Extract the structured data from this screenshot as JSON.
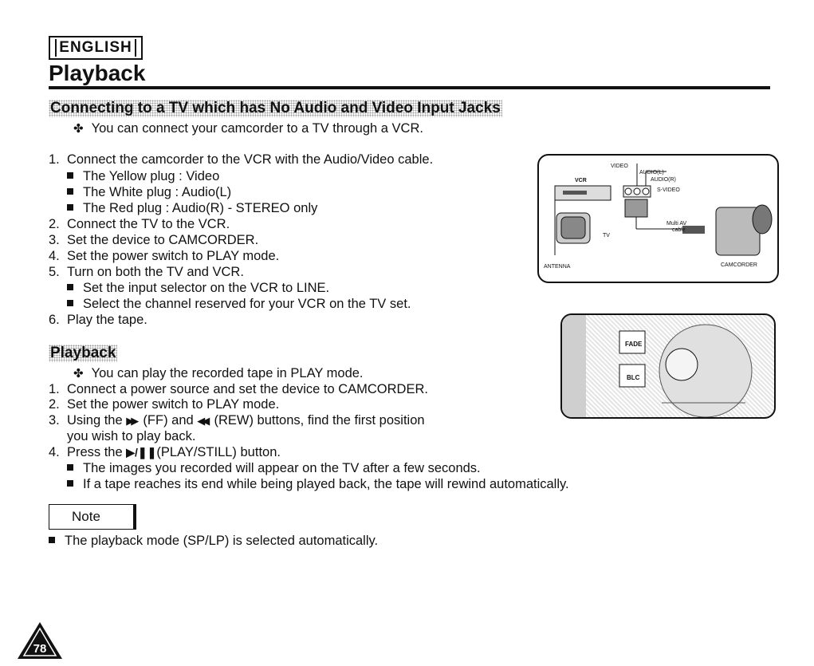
{
  "header": {
    "language": "ENGLISH",
    "title": "Playback"
  },
  "section1": {
    "heading": "Connecting to a TV which has No Audio and Video Input Jacks",
    "intro": "You can connect your camcorder to a TV through a VCR.",
    "steps": [
      {
        "n": "1.",
        "text": "Connect the camcorder to the VCR with the Audio/Video cable."
      },
      {
        "bullet": "The Yellow plug : Video"
      },
      {
        "bullet": "The White plug : Audio(L)"
      },
      {
        "bullet": "The Red plug : Audio(R) - STEREO only"
      },
      {
        "n": "2.",
        "text": "Connect the TV to the VCR."
      },
      {
        "n": "3.",
        "text": "Set the device to CAMCORDER."
      },
      {
        "n": "4.",
        "text": "Set the power switch to PLAY mode."
      },
      {
        "n": "5.",
        "text": "Turn on both the TV and VCR."
      },
      {
        "bullet": "Set the input selector on the VCR to LINE."
      },
      {
        "bullet": "Select the channel reserved for your VCR on the TV set."
      },
      {
        "n": "6.",
        "text": "Play the tape."
      }
    ]
  },
  "section2": {
    "heading": "Playback",
    "intro": "You can play the recorded tape in PLAY mode.",
    "step1": "Connect a power source and set the device to CAMCORDER.",
    "step2": "Set the power switch to PLAY mode.",
    "step3a_pre": "Using the",
    "step3a_ff": "(FF) and",
    "step3a_rew": "(REW) buttons, find the first position",
    "step3b": "you wish to play back.",
    "step4_pre": "Press the",
    "step4_post": "(PLAY/STILL) button.",
    "bullet1": "The images you recorded will appear on the TV after a few seconds.",
    "bullet2": "If a tape reaches its end while being played back, the tape will rewind automatically.",
    "nums": [
      "1.",
      "2.",
      "3.",
      "4."
    ]
  },
  "note": {
    "label": "Note",
    "text": "The playback mode (SP/LP) is selected automatically."
  },
  "page_number": "78",
  "diagram_labels": {
    "video": "VIDEO",
    "audio_l": "AUDIO(L)",
    "audio_r": "AUDIO(R)",
    "svideo": "S-VIDEO",
    "vcr": "VCR",
    "tv": "TV",
    "multi_av": "Multi AV",
    "cable": "cable",
    "antenna": "ANTENNA",
    "camcorder": "CAMCORDER"
  },
  "photo_labels": {
    "fade": "FADE",
    "blc": "BLC"
  }
}
